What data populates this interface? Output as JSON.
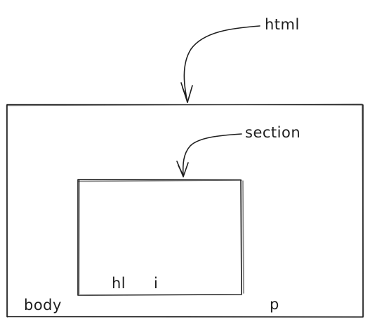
{
  "labels": {
    "html": "html",
    "section": "section",
    "h1": "hl",
    "i": "i",
    "body": "body",
    "p": "p"
  },
  "colors": {
    "stroke": "#1e1e1e",
    "background": "#ffffff"
  }
}
